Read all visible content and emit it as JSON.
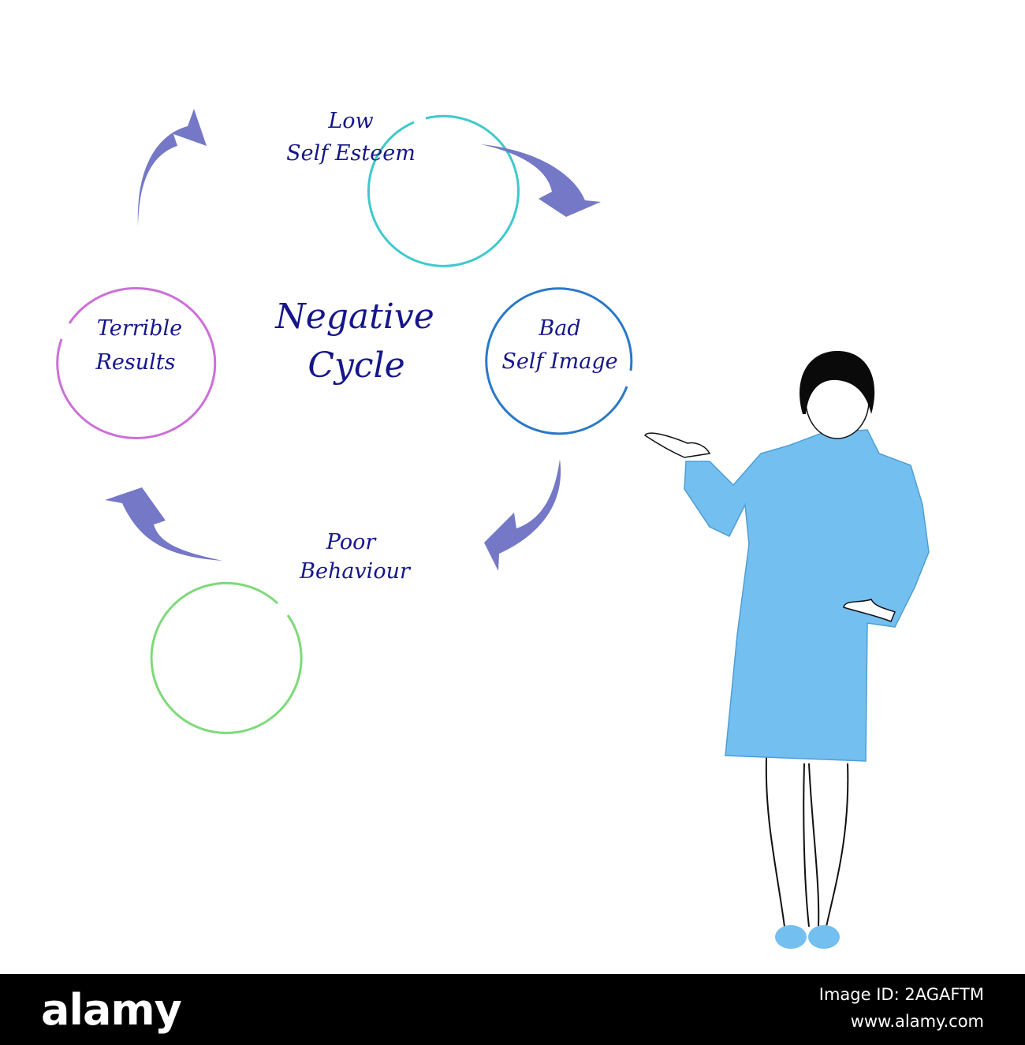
{
  "diagram": {
    "title_line1": "Negative",
    "title_line2": "Cycle",
    "nodes": [
      {
        "id": "low-self-esteem",
        "line1": "Low",
        "line2": "Self Esteem",
        "color": "#3ec9cc"
      },
      {
        "id": "bad-self-image",
        "line1": "Bad",
        "line2": "Self Image",
        "color": "#2a78c8"
      },
      {
        "id": "poor-behaviour",
        "line1": "Poor",
        "line2": "Behaviour",
        "color": "#7fd97a"
      },
      {
        "id": "terrible-results",
        "line1": "Terrible",
        "line2": "Results",
        "color": "#cc6fd8"
      }
    ],
    "arrow_color": "#7478c6",
    "text_color": "#15168a"
  },
  "figure": {
    "suit_color": "#73bff0",
    "hair_color": "#0a0a0a"
  },
  "footer": {
    "logo": "alamy",
    "image_id": "Image ID: 2AGAFTM",
    "site": "www.alamy.com"
  }
}
